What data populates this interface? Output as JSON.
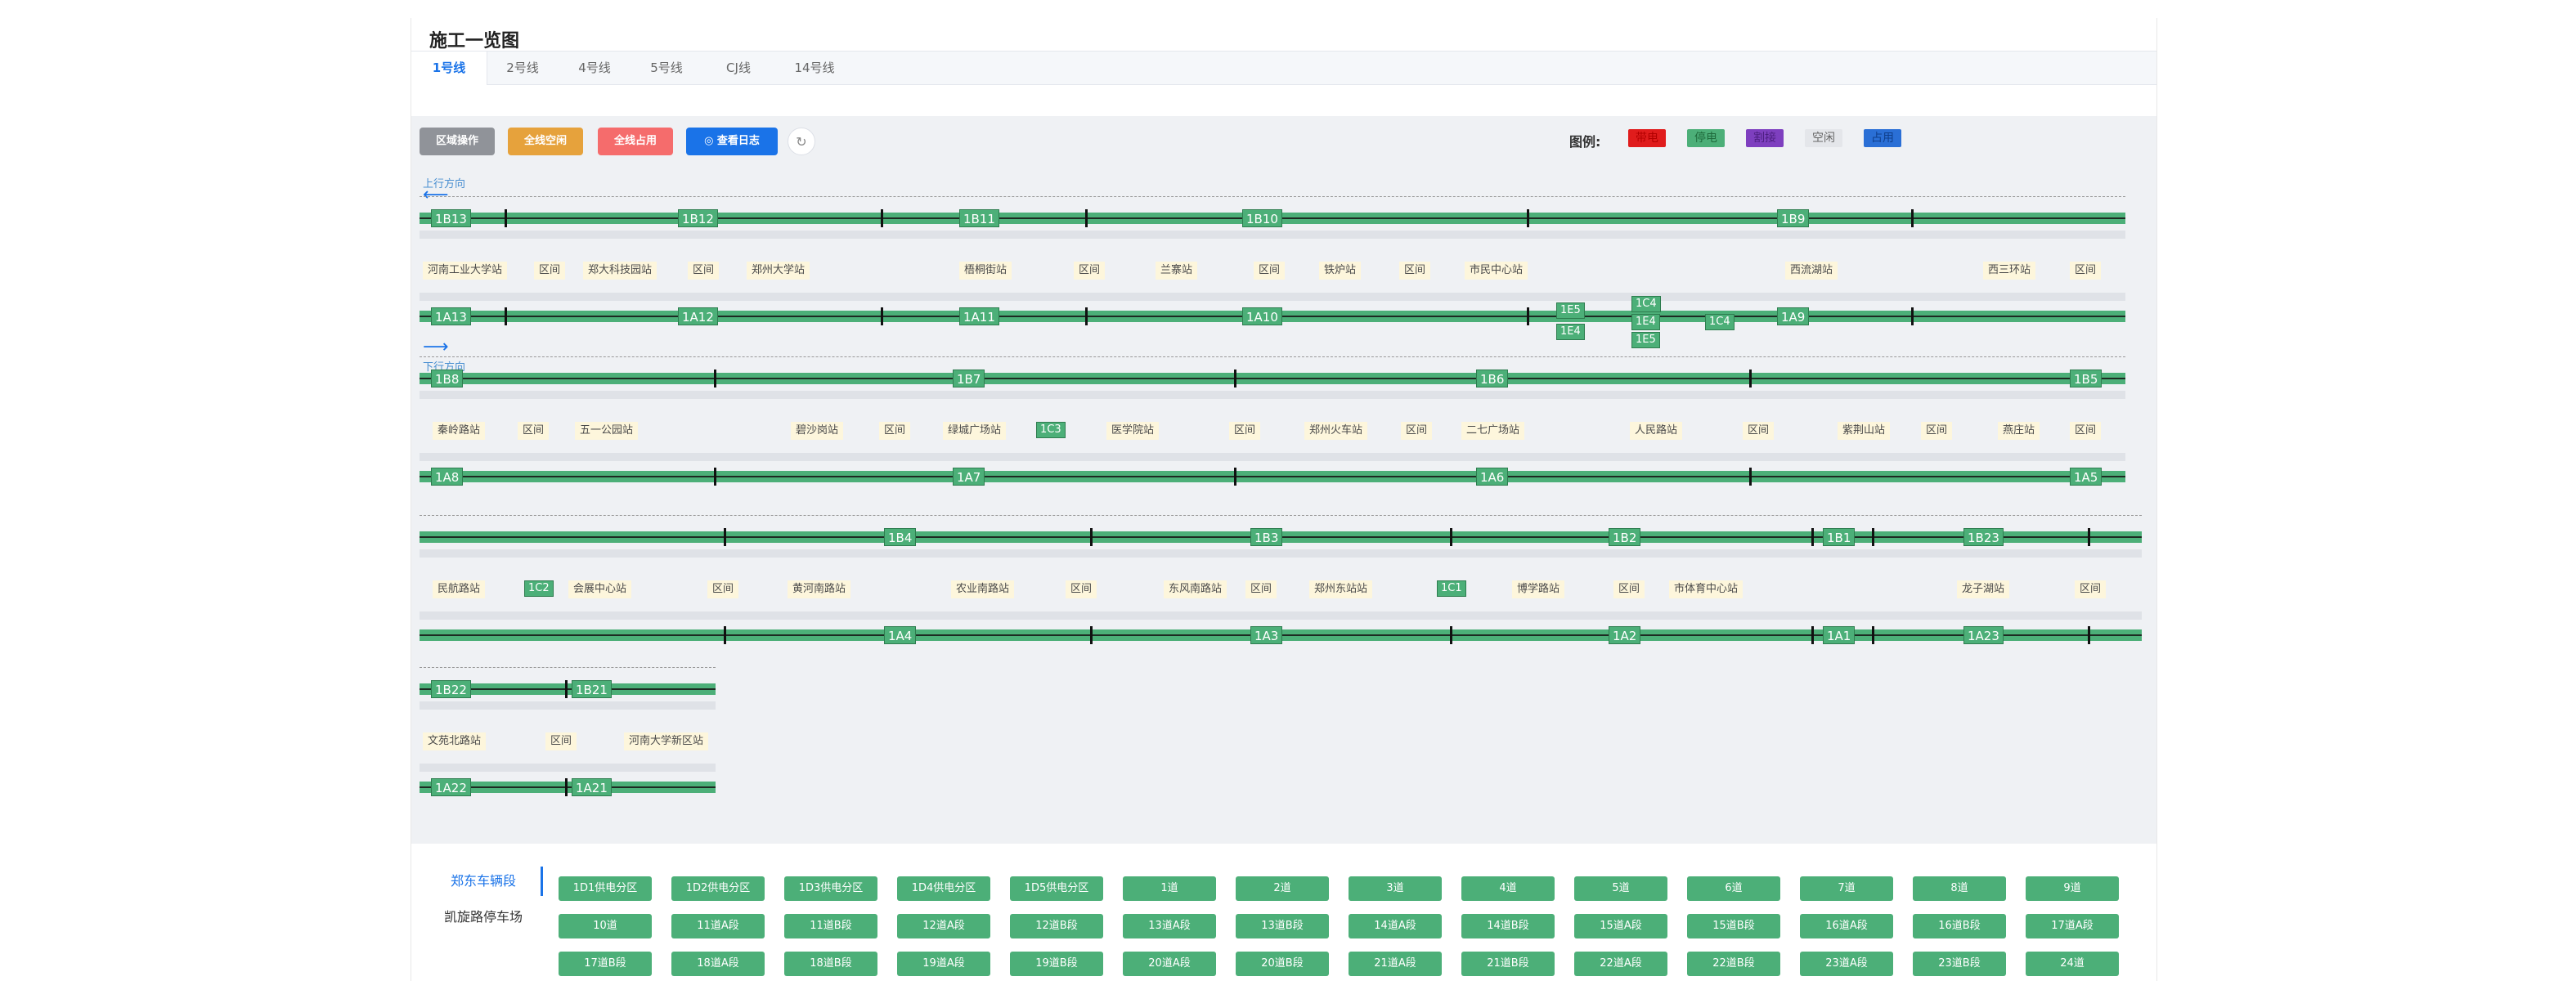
{
  "header": {
    "title": "施工一览图"
  },
  "tabs": [
    {
      "label": "1号线",
      "active": true
    },
    {
      "label": "2号线"
    },
    {
      "label": "4号线"
    },
    {
      "label": "5号线"
    },
    {
      "label": "CJ线"
    },
    {
      "label": "14号线"
    }
  ],
  "toolbar": {
    "buttons": [
      {
        "label": "区域操作",
        "color": "#909399"
      },
      {
        "label": "全线空闲",
        "color": "#e6a23c"
      },
      {
        "label": "全线占用",
        "color": "#f56c6c"
      },
      {
        "label": "◎ 查看日志",
        "color": "#1a73e8"
      }
    ],
    "refresh_icon": "refresh-icon"
  },
  "legend": {
    "title": "图例:",
    "items": [
      {
        "label": "带电",
        "bg": "#e01c1c",
        "fg": "#b30000"
      },
      {
        "label": "停电",
        "bg": "#4caf78",
        "fg": "#1f6b3c"
      },
      {
        "label": "割接",
        "bg": "#7e3fbf",
        "fg": "#4d1f80"
      },
      {
        "label": "空闲",
        "bg": "#e4e6ea",
        "fg": "#666666"
      },
      {
        "label": "占用",
        "bg": "#2a6fd6",
        "fg": "#0f3f8c"
      }
    ]
  },
  "direction": {
    "up": "上行方向",
    "down": "下行方向"
  },
  "rows": [
    {
      "up_segments": [
        "1B13",
        "1B12",
        "1B11",
        "1B10",
        "1B9"
      ],
      "stations": [
        "河南工业大学站",
        "区间",
        "郑大科技园站",
        "区间",
        "郑州大学站",
        "梧桐街站",
        "区间",
        "兰寨站",
        "区间",
        "铁炉站",
        "区间",
        "市民中心站",
        "西流湖站",
        "西三环站",
        "区间"
      ],
      "mid_blocks": [
        "1E5",
        "1E4",
        "1C4",
        "1E4",
        "1E5",
        "1C4"
      ],
      "down_segments": [
        "1A13",
        "1A12",
        "1A11",
        "1A10",
        "1A9"
      ]
    },
    {
      "up_segments": [
        "1B8",
        "1B7",
        "1B6",
        "1B5"
      ],
      "stations": [
        "秦岭路站",
        "区间",
        "五一公园站",
        "碧沙岗站",
        "区间",
        "绿城广场站",
        "医学院站",
        "区间",
        "郑州火车站",
        "区间",
        "二七广场站",
        "人民路站",
        "区间",
        "紫荆山站",
        "区间",
        "燕庄站",
        "区间"
      ],
      "mid_blocks": [
        "1C3"
      ],
      "down_segments": [
        "1A8",
        "1A7",
        "1A6",
        "1A5"
      ]
    },
    {
      "up_segments": [
        "1B4",
        "1B3",
        "1B2",
        "1B1",
        "1B23"
      ],
      "stations": [
        "民航路站",
        "会展中心站",
        "区间",
        "黄河南路站",
        "农业南路站",
        "区间",
        "东风南路站",
        "区间",
        "郑州东站站",
        "博学路站",
        "区间",
        "市体育中心站",
        "龙子湖站",
        "区间"
      ],
      "mid_blocks": [
        "1C2",
        "1C1"
      ],
      "down_segments": [
        "1A4",
        "1A3",
        "1A2",
        "1A1",
        "1A23"
      ]
    },
    {
      "up_segments": [
        "1B22",
        "1B21"
      ],
      "stations": [
        "文苑北路站",
        "区间",
        "河南大学新区站"
      ],
      "mid_blocks": [],
      "down_segments": [
        "1A22",
        "1A21"
      ]
    }
  ],
  "depot": {
    "tabs": [
      {
        "label": "郑东车辆段",
        "active": true
      },
      {
        "label": "凯旋路停车场"
      }
    ],
    "buttons": [
      "1D1供电分区",
      "1D2供电分区",
      "1D3供电分区",
      "1D4供电分区",
      "1D5供电分区",
      "1道",
      "2道",
      "3道",
      "4道",
      "5道",
      "6道",
      "7道",
      "8道",
      "9道",
      "10道",
      "11道A段",
      "11道B段",
      "12道A段",
      "12道B段",
      "13道A段",
      "13道B段",
      "14道A段",
      "14道B段",
      "15道A段",
      "15道B段",
      "16道A段",
      "16道B段",
      "17道A段",
      "17道B段",
      "18道A段",
      "18道B段",
      "19道A段",
      "19道B段",
      "20道A段",
      "20道B段",
      "21道A段",
      "21道B段",
      "22道A段",
      "22道B段",
      "23道A段",
      "23道B段",
      "24道"
    ]
  }
}
